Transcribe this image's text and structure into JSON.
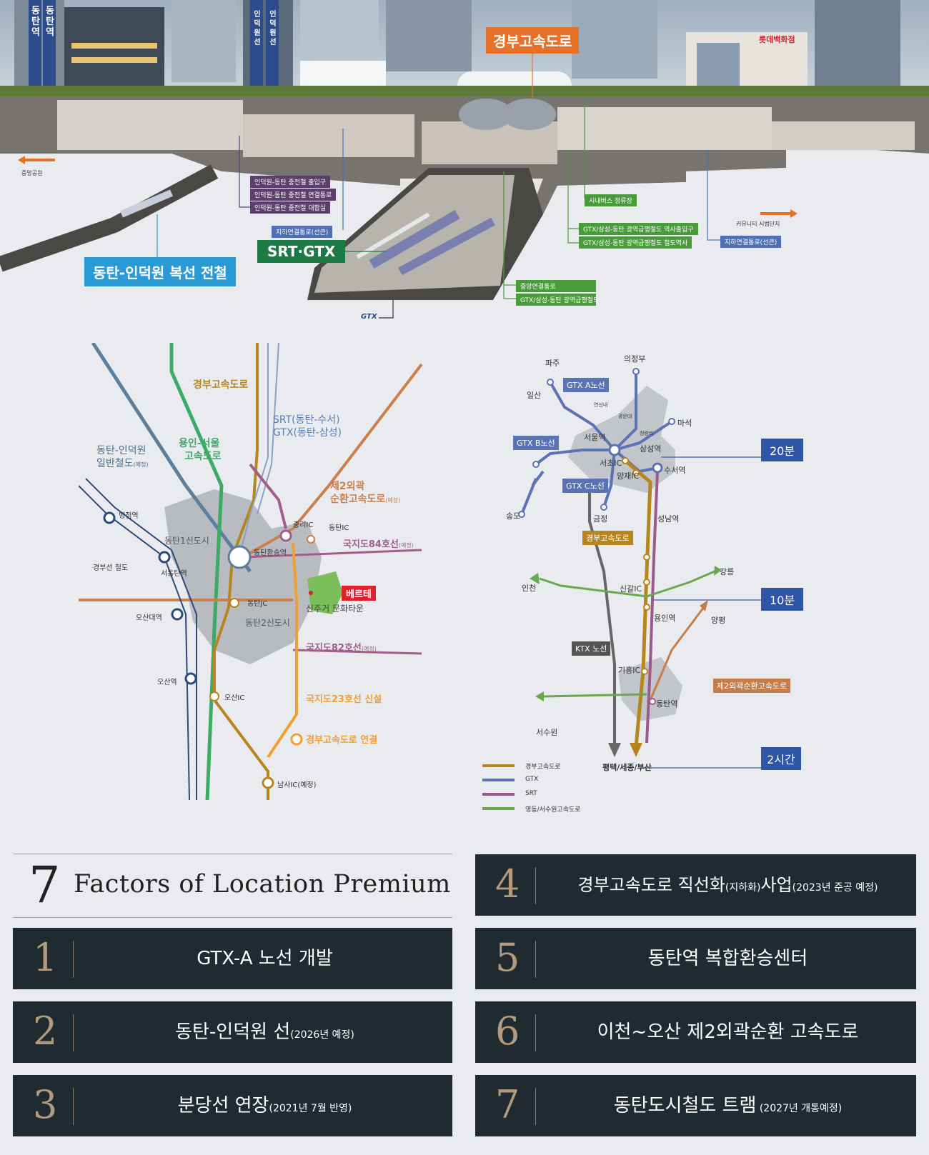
{
  "hero": {
    "tower_left_1": "동탄역",
    "tower_left_2": "동탄역",
    "tower_right_1": "인덕원선",
    "tower_right_2": "인덕원선",
    "highway_label": "경부고속도로",
    "dept_store": "롯데백화점",
    "arrow_left": "중앙공원",
    "arrow_right": "커뮤니티 시범단지",
    "purple_tags": [
      "인덕원-동탄 중전철 출입구",
      "인덕원-동탄 중전철 연결통로",
      "인덕원-동탄 중전철 대합실"
    ],
    "blue_tag_left": "지하연결통로(선큰)",
    "blue_tag_right": "지하연결통로(선큰)",
    "green_tags": [
      "시내버스 정류장",
      "GTX/삼성-동탄 광역급행철도 역사출입구",
      "GTX/삼성-동탄 광역급행철도 철도역사",
      "중앙연결통로",
      "GTX/삼성-동탄 광역급행철도"
    ],
    "srt_gtx": "SRT·GTX",
    "line_label": "동탄-인덕원 복선 전철",
    "gtx_logo": "GTX"
  },
  "map1": {
    "gyeongbu": "경부고속도로",
    "srt1": "SRT(동탄-수서)",
    "srt2": "GTX(동탄-삼성)",
    "indeok1": "동탄-인덕원",
    "indeok2": "일반철도",
    "indeok_small": "(예정)",
    "yongin1": "용인-서울",
    "yongin2": "고속도로",
    "ring1": "제2외곽",
    "ring2": "순환고속도로",
    "ring_small": "(예정)",
    "byeongjeom": "병점역",
    "dongtan1": "동탄1신도시",
    "gyeongbu_rail": "경부선 철도",
    "seodongtan": "서동탄역",
    "osandae": "오산대역",
    "osan": "오산역",
    "jungri": "중리IC",
    "dongtan_ic": "동탄IC",
    "hub": "동탄환승역",
    "nr84": "국지도84호선",
    "nr84_small": "(예정)",
    "verte": "베르테",
    "dongtan_jc": "동탄JC",
    "culture": "신주거 문화타운",
    "dongtan2": "동탄2신도시",
    "nr82": "국지도82호선",
    "nr82_small": "(예정)",
    "osan_ic": "오산IC",
    "nr23": "국지도23호선 신설",
    "gb_connect": "경부고속도로 연결",
    "namsa": "남사IC(예정)"
  },
  "map2": {
    "paju": "파주",
    "uijeongbu": "의정부",
    "gtx_a": "GTX A노선",
    "ilsan": "일산",
    "yeonsinnae": "연신내",
    "gwangundae": "광운대",
    "maseok": "마석",
    "cheongnyangni": "청량리",
    "gtx_b": "GTX B노선",
    "seoul": "서울역",
    "samseong": "삼성역",
    "seocho": "서초IC",
    "suseo": "수서역",
    "yangjae": "양재IC",
    "gtx_c": "GTX C노선",
    "songdo": "송도",
    "geumjeong": "금정",
    "seongnam": "성남역",
    "gb_highway": "경부고속도로",
    "gangneung": "강릉",
    "incheon": "인천",
    "singal": "신갈IC",
    "yongin": "용인역",
    "yangpyeong": "양평",
    "ktx": "KTX 노선",
    "giheung": "기흥IC",
    "ring": "제2외곽순환고속도로",
    "dongtan": "동탄역",
    "suwon": "서수원",
    "pyeongtaek": "평택/세종/부산",
    "time20": "20분",
    "time10": "10분",
    "time2h": "2시간",
    "legend": [
      "경부고속도로",
      "GTX",
      "SRT",
      "영동/서수원고속도로"
    ]
  },
  "colors": {
    "gyeongbu": "#b8861b",
    "gtx": "#4f6fb6",
    "srt": "#9a5b8b",
    "yeongdong": "#6aa84f",
    "ring": "#c77d4a",
    "panel": "#1f2b31",
    "badge_blue": "#2f56a6"
  },
  "factors": {
    "title_num": "7",
    "title_text": "Factors of Location Premium",
    "items": [
      {
        "num": "1",
        "main": "GTX-A 노선 개발",
        "note": ""
      },
      {
        "num": "2",
        "main": "동탄-인덕원 선",
        "note": "(2026년 예정)"
      },
      {
        "num": "3",
        "main": "분당선 연장",
        "note": "(2021년 7월 반영)"
      },
      {
        "num": "4",
        "main_a": "경부고속도로 직선화",
        "sub": "(지하화)",
        "main": "사업",
        "note": "(2023년 준공 예정)"
      },
      {
        "num": "5",
        "main": "동탄역 복합환승센터",
        "note": ""
      },
      {
        "num": "6",
        "main": "이천~오산 제2외곽순환 고속도로",
        "note": ""
      },
      {
        "num": "7",
        "main": "동탄도시철도 트램",
        "note": " (2027년 개통예정)"
      }
    ]
  }
}
